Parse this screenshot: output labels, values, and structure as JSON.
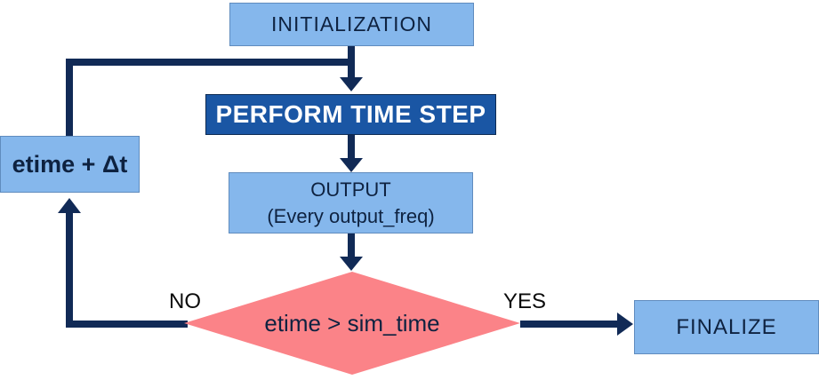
{
  "diagram": {
    "type": "flowchart",
    "nodes": {
      "initialization": {
        "label": "INITIALIZATION",
        "shape": "rectangle"
      },
      "perform_time_step": {
        "label": "PERFORM TIME STEP",
        "shape": "rectangle"
      },
      "output": {
        "label": "OUTPUT",
        "sublabel": "(Every output_freq)",
        "shape": "rectangle"
      },
      "decision": {
        "label": "etime > sim_time",
        "shape": "diamond"
      },
      "finalize": {
        "label": "FINALIZE",
        "shape": "rectangle"
      },
      "increment": {
        "label": "etime + Δt",
        "shape": "rectangle"
      }
    },
    "edge_labels": {
      "no": "NO",
      "yes": "YES"
    },
    "flow": [
      "initialization -> perform_time_step",
      "perform_time_step -> output",
      "output -> decision",
      "decision -(YES)-> finalize",
      "decision -(NO)-> increment",
      "increment -> perform_time_step"
    ],
    "colors": {
      "light_blue": "#85B7EC",
      "dark_blue": "#1A56A4",
      "navy": "#112A56",
      "pink": "#FB8388",
      "text_navy": "#0E2240",
      "label_black": "#0B0B0B"
    }
  }
}
